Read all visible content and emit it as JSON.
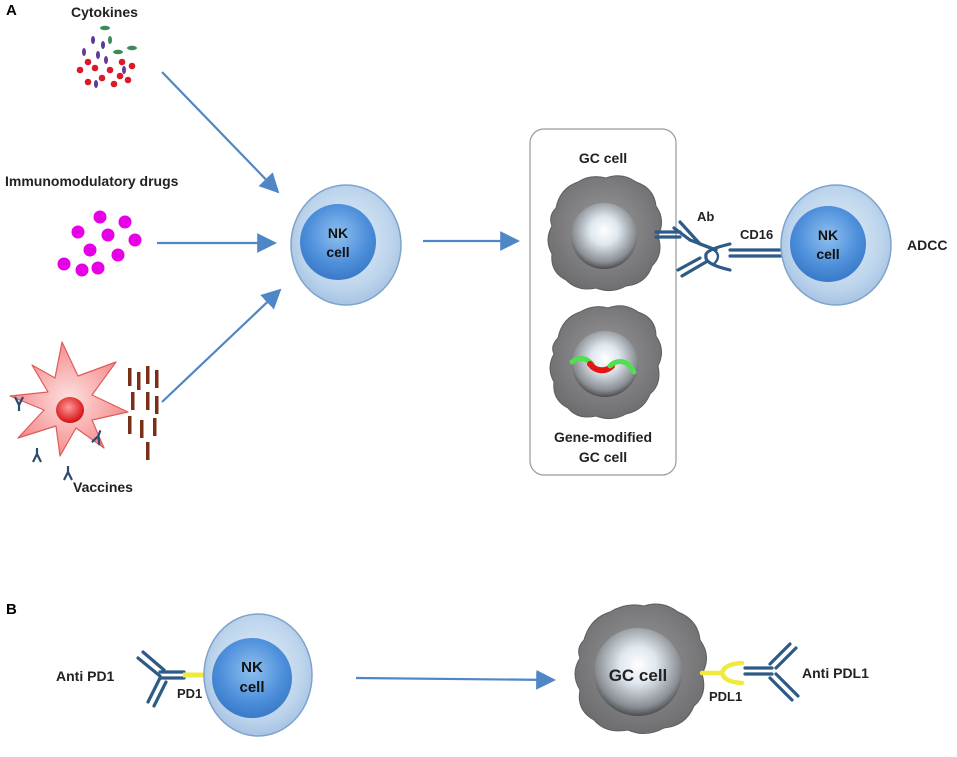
{
  "panel_a": {
    "letter": "A",
    "cytokines_label": "Cytokines",
    "drugs_label": "Immunomodulatory drugs",
    "vaccines_label": "Vaccines",
    "nk_line1": "NK",
    "nk_line2": "cell",
    "gc_label": "GC cell",
    "gene_line1": "Gene-modified",
    "gene_line2": "GC cell",
    "ab_label": "Ab",
    "cd16_label": "CD16",
    "nk2_line1": "NK",
    "nk2_line2": "cell",
    "adcc_label": "ADCC"
  },
  "panel_b": {
    "letter": "B",
    "anti_pd1_label": "Anti PD1",
    "pd1_label": "PD1",
    "nk_line1": "NK",
    "nk_line2": "cell",
    "gc_label": "GC cell",
    "pdl1_label": "PDL1",
    "anti_pdl1_label": "Anti PDL1"
  },
  "colors": {
    "arrow": "#4f86c6",
    "nucleus": "#3c7fd0",
    "cytoplasm": "#bcd4ec",
    "gc_body": "#7e7e80",
    "antibody": "#2d5a86",
    "receptor": "#f0ea3c",
    "drug": "#e600e6",
    "dc_body": "#f26c6c",
    "peptide": "#7a3018"
  }
}
